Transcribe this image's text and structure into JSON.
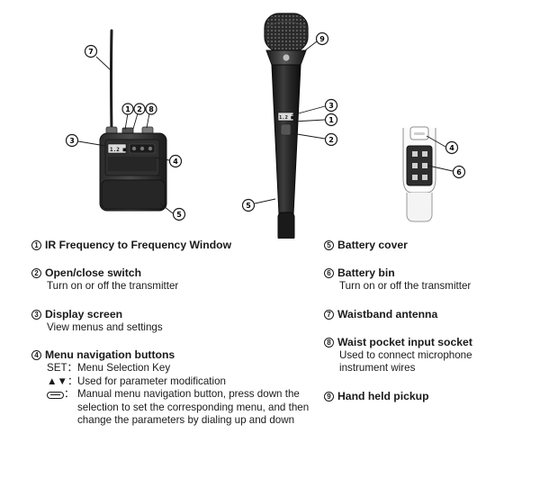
{
  "callout_numbers": [
    "1",
    "2",
    "3",
    "4",
    "5",
    "6",
    "7",
    "8",
    "9"
  ],
  "bodypack_screen_text": "1.2 ■",
  "handheld_screen_text": "1.2 ■",
  "left_items": [
    {
      "number": "1",
      "title": "IR Frequency to Frequency Window",
      "lines": []
    },
    {
      "number": "2",
      "title": "Open/close switch",
      "lines": [
        "Turn on or off the transmitter"
      ]
    },
    {
      "number": "3",
      "title": "Display screen",
      "lines": [
        "View menus and settings"
      ]
    },
    {
      "number": "4",
      "title": "Menu navigation buttons",
      "lines": []
    }
  ],
  "menu_buttons": {
    "set_key": "SET：",
    "set_text": "Menu Selection Key",
    "arrows_key": "▲▼：",
    "arrows_text": "Used for parameter modification",
    "knob_icon": "menu-knob-icon",
    "knob_key": "：",
    "knob_text": "Manual menu navigation button, press down the selection to set the corresponding menu, and then change the parameters by dialing up and down"
  },
  "right_items": [
    {
      "number": "5",
      "title": "Battery cover",
      "lines": []
    },
    {
      "number": "6",
      "title": "Battery bin",
      "lines": [
        "Turn on or off the transmitter"
      ]
    },
    {
      "number": "7",
      "title": "Waistband antenna",
      "lines": []
    },
    {
      "number": "8",
      "title": "Waist pocket input socket",
      "lines": [
        "Used to connect microphone",
        "instrument wires"
      ]
    },
    {
      "number": "9",
      "title": "Hand held pickup",
      "lines": []
    }
  ]
}
